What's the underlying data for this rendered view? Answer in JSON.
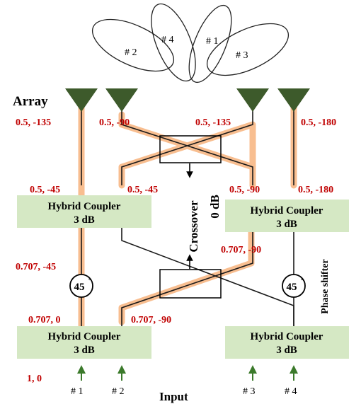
{
  "beams": {
    "b2": "# 2",
    "b4": "# 4",
    "b1": "# 1",
    "b3": "# 3"
  },
  "array_label": "Array",
  "array_values": {
    "a1": "0.5, -135",
    "a2": "0.5, -90",
    "a3": "0.5, -135",
    "a4": "0.5, -180"
  },
  "mid_values": {
    "m1": "0.5, -45",
    "m2": "0.5, -45",
    "m3": "0.5, -90",
    "m4": "0.5, -180"
  },
  "lower_values": {
    "l1": "0.707, -45",
    "l2": "0.707, -90",
    "l3": "0.707, 0",
    "l4": "0.707, -90"
  },
  "input_value": "1, 0",
  "couplers": {
    "top_left": {
      "line1": "Hybrid Coupler",
      "line2": "3 dB"
    },
    "top_right": {
      "line1": "Hybrid Coupler",
      "line2": "3 dB"
    },
    "bot_left": {
      "line1": "Hybrid Coupler",
      "line2": "3 dB"
    },
    "bot_right": {
      "line1": "Hybrid Coupler",
      "line2": "3 dB"
    }
  },
  "crossover": {
    "label": "Crossover",
    "gain": "0 dB"
  },
  "phase_shift_value": "45",
  "phase_shifter_label": "Phase shifter",
  "input_label": "Input",
  "input_ports": {
    "p1": "# 1",
    "p2": "# 2",
    "p3": "# 3",
    "p4": "# 4"
  },
  "colors": {
    "value_text": "#c00000",
    "coupler_fill": "#d5e8c4",
    "antenna": "#3d5a2b",
    "path_glow": "#f7b37d",
    "arrow": "#3b7a2b"
  }
}
